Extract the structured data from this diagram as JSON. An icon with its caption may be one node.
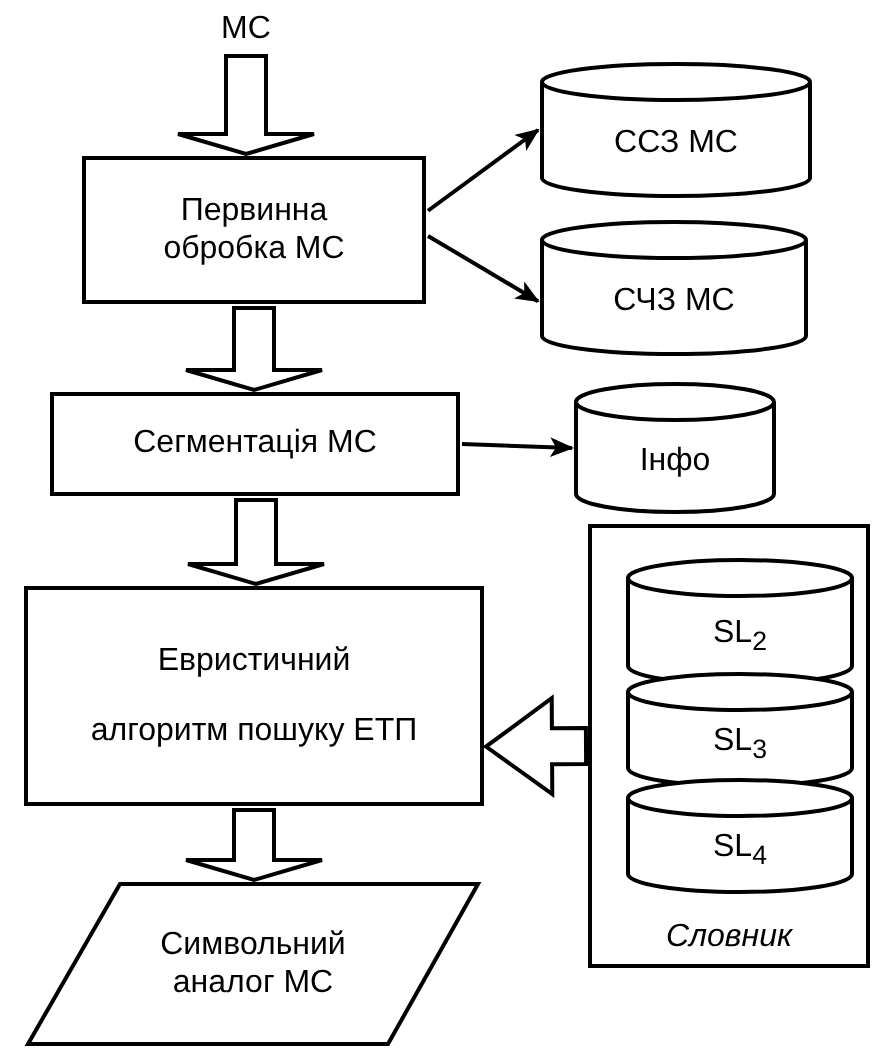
{
  "diagram": {
    "nodes": [
      {
        "text": [
          "МС"
        ]
      },
      {
        "text": [
          "Первинна обробка МС"
        ]
      },
      {
        "text": [
          "ССЗ МС"
        ]
      },
      {
        "text": [
          "СЧЗ МС"
        ]
      },
      {
        "text": [
          "Сегментація МС"
        ]
      },
      {
        "text": [
          "Інфо"
        ]
      },
      {
        "text": [
          "Евристичний",
          "алгоритм пошуку ЕТП"
        ]
      },
      {
        "text": [
          "Словник"
        ]
      },
      {
        "text": [
          "SL$_{2}$"
        ],
        "in": 7
      },
      {
        "text": [
          "SL$_{3}$"
        ],
        "in": 7
      },
      {
        "text": [
          "SL$_{4}$"
        ],
        "in": 7
      },
      {
        "text": [
          "Символьний аналог МС"
        ]
      }
    ],
    "edges": [
      {
        "from": 0,
        "to": 1,
        "arrow": "to",
        "style": "thick"
      },
      {
        "from": 1,
        "to": 2,
        "arrow": "to"
      },
      {
        "from": 1,
        "to": 3,
        "arrow": "to"
      },
      {
        "from": 1,
        "to": 4,
        "arrow": "to",
        "style": "thick"
      },
      {
        "from": 4,
        "to": 5,
        "arrow": "to"
      },
      {
        "from": 4,
        "to": 6,
        "arrow": "to",
        "style": "thick"
      },
      {
        "from": 7,
        "to": 6,
        "arrow": "to",
        "style": "thick"
      },
      {
        "from": 6,
        "to": 11,
        "arrow": "to",
        "style": "thick"
      }
    ]
  }
}
